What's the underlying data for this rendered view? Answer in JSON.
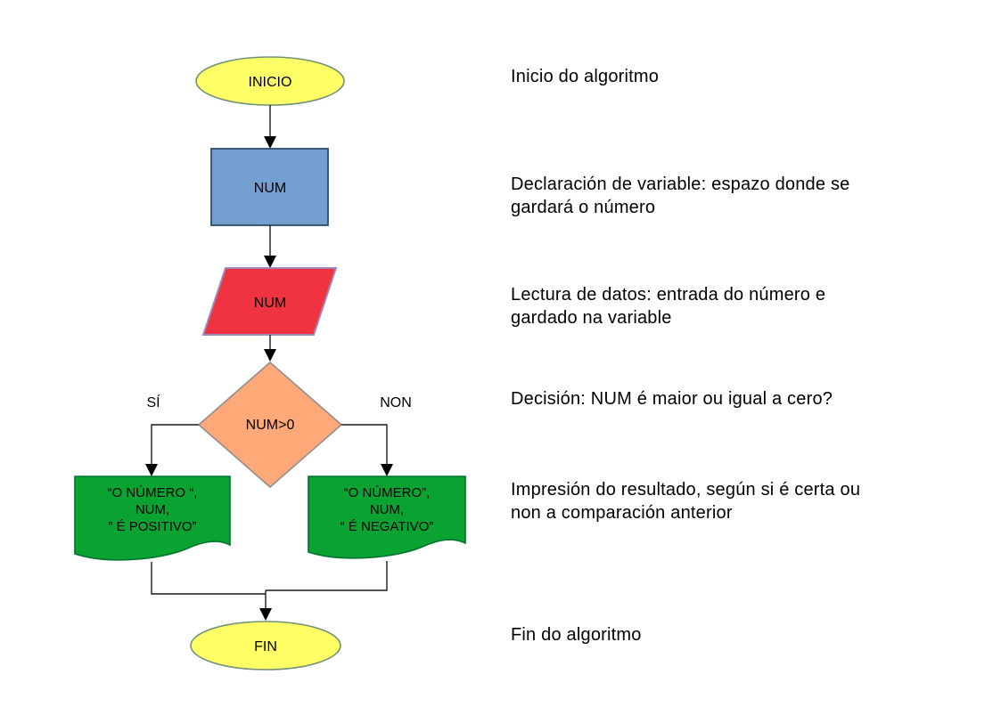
{
  "colors": {
    "background": "#ffffff",
    "terminal_fill": "#ffff66",
    "terminal_stroke": "#6f8f77",
    "process_fill": "#729fcf",
    "process_stroke": "#2a4e6e",
    "io_fill": "#ef3340",
    "io_stroke": "#9b8bbd",
    "decision_fill": "#ffa878",
    "decision_stroke": "#8f8f8f",
    "document_fill": "#0aa332",
    "document_stroke": "#00732e",
    "connector": "#1a1a1a",
    "arrowhead": "#000000",
    "text": "#000000"
  },
  "flowchart": {
    "start": {
      "label": "INICIO"
    },
    "declare": {
      "label": "NUM"
    },
    "read": {
      "label": "NUM"
    },
    "decision": {
      "label": "NUM>0",
      "yes": "SÍ",
      "no": "NON"
    },
    "print_positive": {
      "line1": "“O NÚMERO “,",
      "line2": "NUM,",
      "line3": "” É POSITIVO”"
    },
    "print_negative": {
      "line1": "“O NÚMERO”,",
      "line2": "NUM,",
      "line3": "“ É NEGATIVO”"
    },
    "end": {
      "label": "FIN"
    }
  },
  "annotations": {
    "start": {
      "line1": "Inicio do algoritmo"
    },
    "declare": {
      "line1": "Declaración de variable: espazo donde se",
      "line2": "gardará o número"
    },
    "read": {
      "line1": "Lectura de datos: entrada do número e",
      "line2": "gardado na variable"
    },
    "decision": {
      "line1": "Decisión: NUM é maior ou igual a cero?"
    },
    "print": {
      "line1": "Impresión do resultado, según si é certa ou",
      "line2": "non a comparación anterior"
    },
    "end": {
      "line1": "Fin do algoritmo"
    }
  }
}
